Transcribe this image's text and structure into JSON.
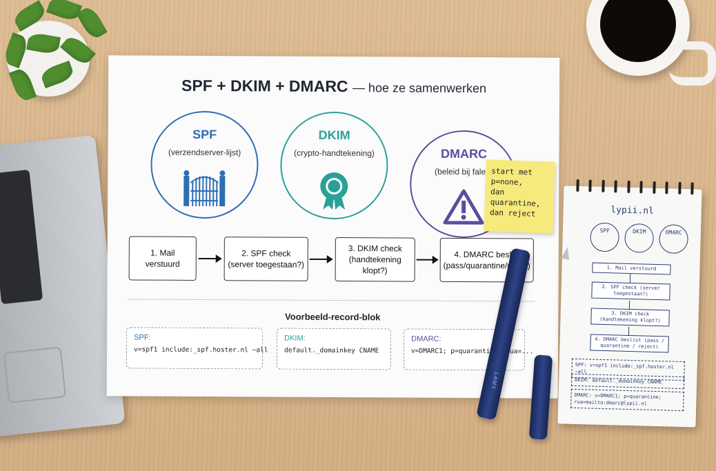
{
  "sheet": {
    "title": "SPF + DKIM + DMARC",
    "subtitle": "— hoe ze samenwerken",
    "circles": [
      {
        "name": "SPF",
        "desc": "(verzendserver-lijst)",
        "color": "#2f6db3"
      },
      {
        "name": "DKIM",
        "desc": "(crypto-handtekening)",
        "color": "#2aa198"
      },
      {
        "name": "DMARC",
        "desc": "(beleid bij falen)",
        "color": "#5b4e9c"
      }
    ],
    "flow": [
      {
        "line1": "1. Mail",
        "line2": "verstuurd"
      },
      {
        "line1": "2. SPF check",
        "line2": "(server toegestaan?)"
      },
      {
        "line1": "3. DKIM check",
        "line2": "(handtekening klopt?)"
      },
      {
        "line1": "4. DMARC beslist",
        "line2": "(pass/quarantine/reject)"
      }
    ],
    "block_title": "Voorbeeld-record-blok",
    "records": [
      {
        "label": "SPF:",
        "value": "v=spf1 include:_spf.hoster.nl ~all"
      },
      {
        "label": "DKIM:",
        "value": "default._domainkey CNAME"
      },
      {
        "label": "DMARC:",
        "value": "v=DMARC1; p=quarantine; rua=..."
      }
    ]
  },
  "sticky": {
    "lines": [
      "start met",
      "p=none,",
      "dan quarantine,",
      "dan reject"
    ]
  },
  "notepad": {
    "title": "lypii.nl",
    "circles": [
      "SPF",
      "DKIM",
      "DMARC"
    ],
    "flow": [
      "1. Mail verstuurd",
      "2. SPF check (server toegestaan?)",
      "3. DKIM check (handtekening klopt?)",
      "4. DMARC beslist (pass / quarantine / reject)"
    ],
    "records": [
      "SPF: v=spf1 include:_spf.hoster.nl ~all",
      "DKIM: default._domainkey CNAME",
      "DMARC: v=DMARC1; p=quarantine; rua=mailto:dmarc@lypii.nl"
    ]
  },
  "pen": {
    "brand": "LAMY"
  }
}
